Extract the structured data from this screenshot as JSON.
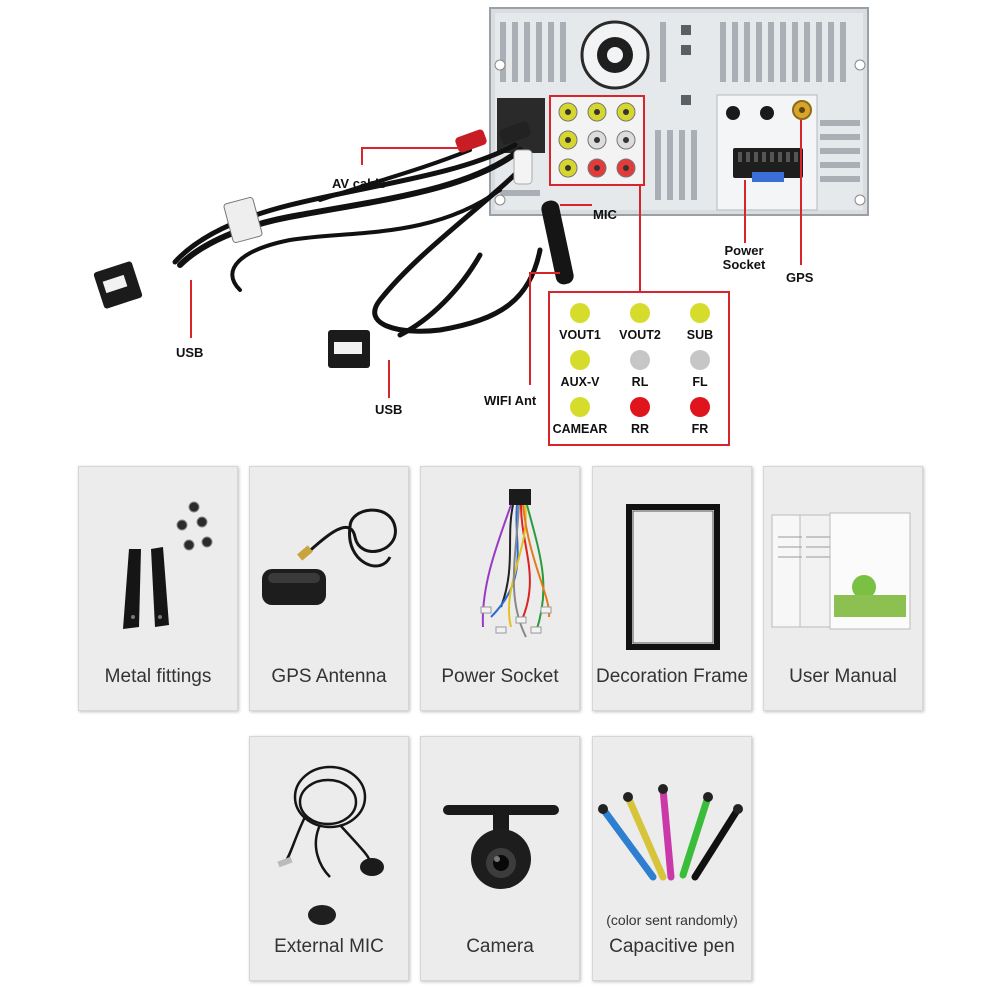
{
  "wiring": {
    "labels": {
      "av_cable": "AV cable",
      "mic": "MIC",
      "usb_left": "USB",
      "usb_center": "USB",
      "wifi_ant": "WIFI Ant",
      "power_socket_line1": "Power",
      "power_socket_line2": "Socket",
      "gps": "GPS"
    },
    "rca_legend": [
      {
        "label": "VOUT1",
        "color": "#d6dc2c"
      },
      {
        "label": "VOUT2",
        "color": "#d6dc2c"
      },
      {
        "label": "SUB",
        "color": "#d6dc2c"
      },
      {
        "label": "AUX-V",
        "color": "#d6dc2c"
      },
      {
        "label": "RL",
        "color": "#c6c6c6"
      },
      {
        "label": "FL",
        "color": "#c6c6c6"
      },
      {
        "label": "CAMEAR",
        "color": "#d6dc2c"
      },
      {
        "label": "RR",
        "color": "#e0141c"
      },
      {
        "label": "FR",
        "color": "#e0141c"
      }
    ],
    "accent_color": "#d7262b"
  },
  "accessories": [
    {
      "title": "Metal fittings",
      "icon": "metal-fittings-icon"
    },
    {
      "title": "GPS Antenna",
      "icon": "gps-antenna-icon"
    },
    {
      "title": "Power Socket",
      "icon": "power-socket-harness-icon"
    },
    {
      "title": "Decoration Frame",
      "icon": "decoration-frame-icon"
    },
    {
      "title": "User Manual",
      "icon": "user-manual-icon"
    },
    {
      "title": "External MIC",
      "icon": "external-mic-icon"
    },
    {
      "title": "Camera",
      "icon": "camera-icon"
    },
    {
      "title": "Capacitive pen",
      "note": "(color sent randomly)",
      "icon": "capacitive-pen-icon"
    }
  ]
}
